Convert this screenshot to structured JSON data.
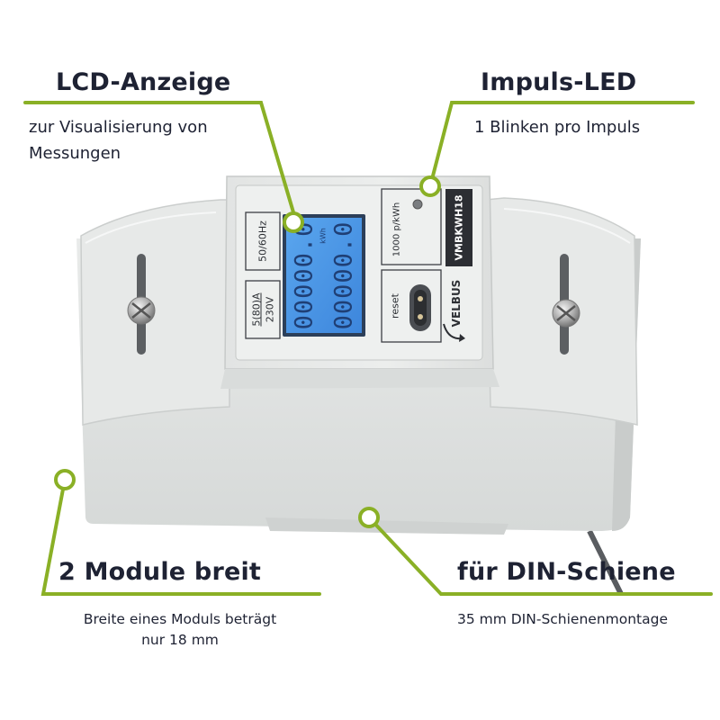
{
  "accent_color": "#8ab026",
  "text_color": "#1e2233",
  "callouts": {
    "lcd": {
      "title": "LCD-Anzeige",
      "line1": "zur Visualisierung von",
      "line2": "Messungen"
    },
    "led": {
      "title": "Impuls-LED",
      "line1": "1 Blinken pro Impuls"
    },
    "modules": {
      "title": "2 Module breit",
      "line1": "Breite eines Moduls beträgt",
      "line2": "nur 18 mm"
    },
    "din": {
      "title": "für DIN-Schiene",
      "line1": "35 mm DIN-Schienenmontage"
    }
  },
  "device": {
    "frequency": "50/60Hz",
    "current_rating": "5(80)A",
    "voltage": "230V",
    "lcd_line1": "00000.0",
    "lcd_unit": "kWh",
    "lcd_line2": "00000.0",
    "pulse_rate": "1000 p/kWh",
    "reset_label": "reset",
    "model": "VMBKWH18",
    "brand": "VELBUS"
  }
}
